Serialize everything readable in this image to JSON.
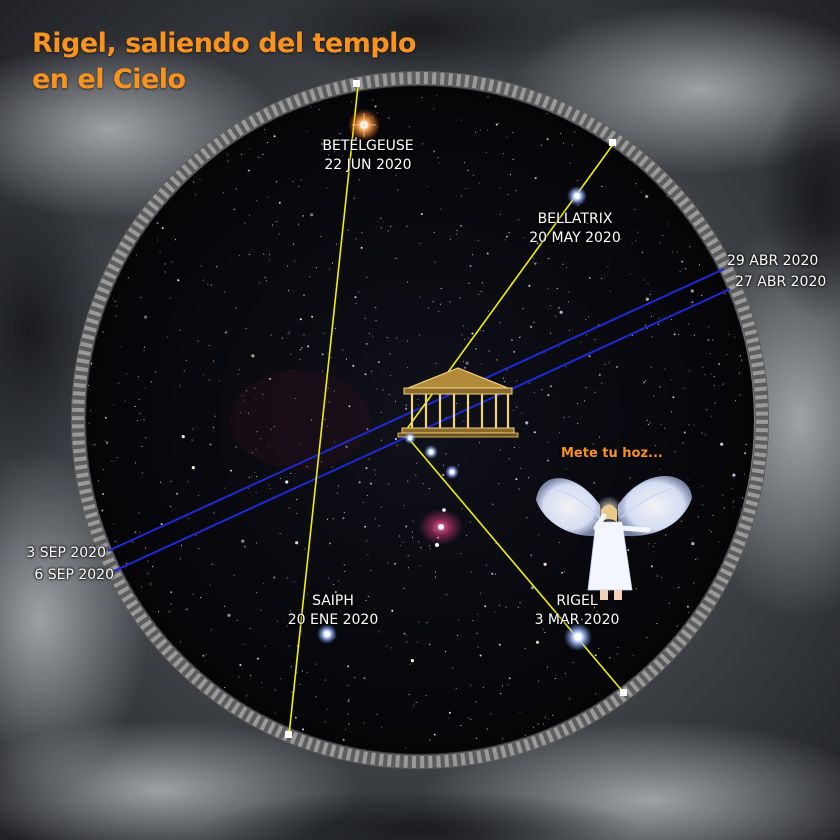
{
  "title": {
    "line1": "Rigel, saliendo del templo",
    "line2": "en el Cielo"
  },
  "stars": {
    "betelgeuse": {
      "name": "BETELGEUSE",
      "date": "22 JUN 2020",
      "color": "#ff8a3c"
    },
    "bellatrix": {
      "name": "BELLATRIX",
      "date": "20 MAY 2020",
      "color": "#cfe0ff"
    },
    "saiph": {
      "name": "SAIPH",
      "date": "20 ENE 2020",
      "color": "#cfe0ff"
    },
    "rigel": {
      "name": "RIGEL",
      "date": "3 MAR 2020",
      "color": "#e8f0ff"
    }
  },
  "blue_lines": {
    "right_upper": "29 ABR 2020",
    "right_lower": "27 ABR 2020",
    "left_upper": "3 SEP 2020",
    "left_lower": "6 SEP 2020",
    "color": "#1a2bd6"
  },
  "angel": {
    "caption": "Mete tu hoz...",
    "caption_color": "#f7931e"
  },
  "colors": {
    "title": "#f7931e",
    "yellow_lines": "#f2f000",
    "sky": "#07080c",
    "ring": "#6e6e6e"
  }
}
